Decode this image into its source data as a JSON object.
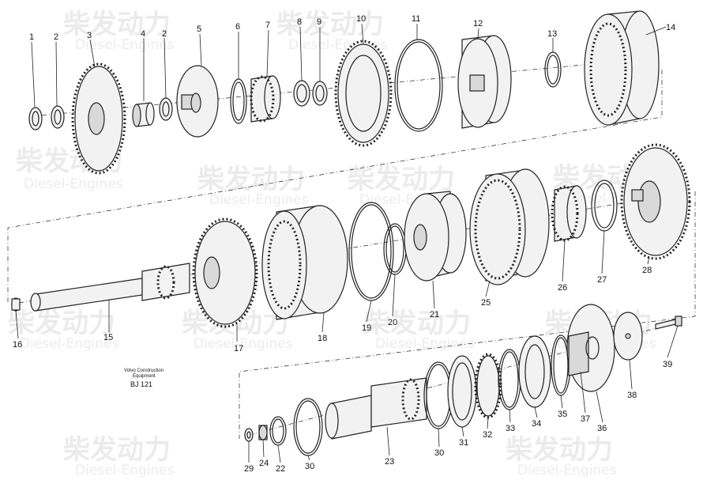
{
  "watermark": {
    "cn": "柴发动力",
    "en": "Diesel-Engines"
  },
  "caption": {
    "line1": "Volvo Construction",
    "line2": "Equipment",
    "code": "BJ 121"
  },
  "callouts": [
    "1",
    "2",
    "3",
    "4",
    "2",
    "5",
    "6",
    "7",
    "8",
    "9",
    "10",
    "11",
    "12",
    "13",
    "14",
    "16",
    "15",
    "17",
    "18",
    "19",
    "20",
    "21",
    "25",
    "26",
    "27",
    "28",
    "29",
    "24",
    "22",
    "30",
    "23",
    "30",
    "31",
    "32",
    "33",
    "34",
    "35",
    "37",
    "36",
    "38",
    "39"
  ]
}
